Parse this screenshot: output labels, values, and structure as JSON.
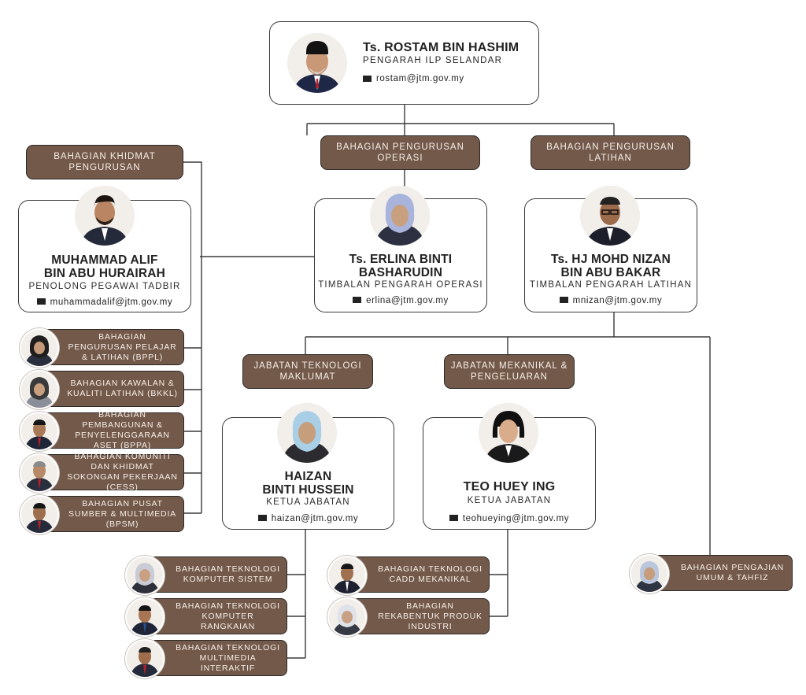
{
  "director": {
    "name": "Ts. ROSTAM BIN HASHIM",
    "role": "PENGARAH ILP SELANDAR",
    "email": "rostam@jtm.gov.my",
    "icon": "envelope-icon"
  },
  "khidmat": {
    "label": "BAHAGIAN KHIDMAT PENGURUSAN",
    "name_line1": "MUHAMMAD ALIF",
    "name_line2": "BIN ABU HURAIRAH",
    "role": "PENOLONG PEGAWAI TADBIR",
    "email": "muhammadalif@jtm.gov.my",
    "units": [
      "BAHAGIAN PENGURUSAN PELAJAR & LATIHAN (BPPL)",
      "BAHAGIAN KAWALAN & KUALITI LATIHAN (BKKL)",
      "BAHAGIAN PEMBANGUNAN & PENYELENGGARAAN ASET (BPPA)",
      "BAHAGIAN KOMUNITI DAN KHIDMAT SOKONGAN PEKERJAAN (CESS)",
      "BAHAGIAN PUSAT SUMBER & MULTIMEDIA (BPSM)"
    ]
  },
  "operasi": {
    "label": "BAHAGIAN PENGURUSAN OPERASI",
    "name_line1": "Ts. ERLINA BINTI",
    "name_line2": "BASHARUDIN",
    "role": "TIMBALAN PENGARAH OPERASI",
    "email": "erlina@jtm.gov.my"
  },
  "latihan": {
    "label": "BAHAGIAN PENGURUSAN LATIHAN",
    "name_line1": "Ts. HJ MOHD NIZAN",
    "name_line2": "BIN ABU BAKAR",
    "role": "TIMBALAN PENGARAH LATIHAN",
    "email": "mnizan@jtm.gov.my"
  },
  "jtm_it": {
    "label": "JABATAN TEKNOLOGI MAKLUMAT",
    "name_line1": "HAIZAN",
    "name_line2": "BINTI HUSSEIN",
    "role": "KETUA JABATAN",
    "email": "haizan@jtm.gov.my",
    "units": [
      "BAHAGIAN TEKNOLOGI KOMPUTER SISTEM",
      "BAHAGIAN TEKNOLOGI KOMPUTER RANGKAIAN",
      "BAHAGIAN TEKNOLOGI MULTIMEDIA INTERAKTIF"
    ]
  },
  "jtm_mek": {
    "label": "JABATAN MEKANIKAL & PENGELUARAN",
    "name": "TEO HUEY ING",
    "role": "KETUA JABATAN",
    "email": "teohueying@jtm.gov.my",
    "units": [
      "BAHAGIAN TEKNOLOGI CADD MEKANIKAL",
      "BAHAGIAN REKABENTUK PRODUK INDUSTRI"
    ]
  },
  "umum": {
    "label": "BAHAGIAN PENGAJIAN UMUM & TAHFIZ"
  },
  "colors": {
    "label_bg": "#73594a",
    "label_text": "#f7efe8",
    "line": "#3a3a3a"
  }
}
